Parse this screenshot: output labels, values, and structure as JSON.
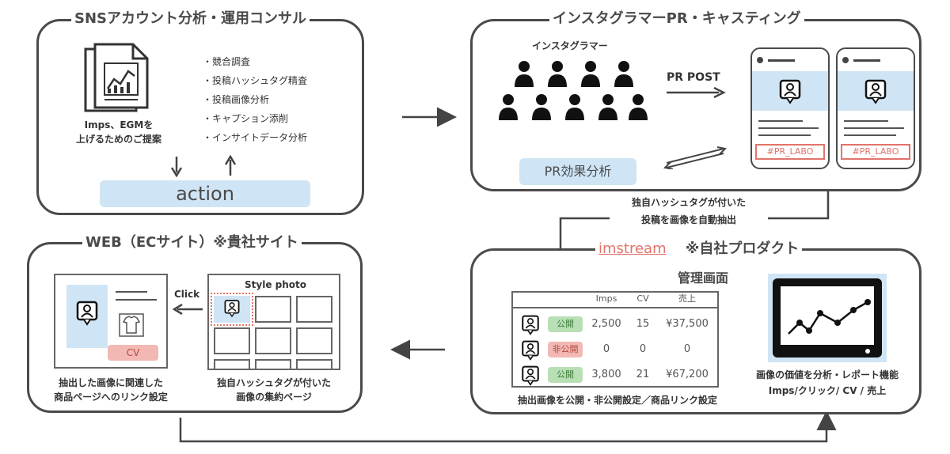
{
  "sns_panel": {
    "title": "SNSアカウント分析・運用コンサル",
    "doc_caption": [
      "Imps、EGMを",
      "上げるためのご提案"
    ],
    "items": [
      "・競合調査",
      "・投稿ハッシュタグ精査",
      "・投稿画像分析",
      "・キャプション添削",
      "・インサイトデータ分析"
    ],
    "action_label": "action"
  },
  "insta_panel": {
    "title": "インスタグラマーPR・キャスティング",
    "crowd_label": "インスタグラマー",
    "pr_post_label": "PR POST",
    "hashtag": "#PR_LABO",
    "analysis_label": "PR効果分析"
  },
  "extract_note": [
    "独自ハッシュタグが付いた",
    "投稿を画像を自動抽出"
  ],
  "web_panel": {
    "title": "WEB（ECサイト）※貴社サイト",
    "click_label": "Click",
    "gallery_title": "Style photo",
    "cv_label": "CV",
    "caption_left": [
      "抽出した画像に関連した",
      "商品ページへのリンク設定"
    ],
    "caption_right": [
      "独自ハッシュタグが付いた",
      "画像の集約ページ"
    ]
  },
  "imstream_panel": {
    "brand": "imstream",
    "title_suffix": "※自社プロダクト",
    "subtitle": "管理画面",
    "table": {
      "headers": [
        "Imps",
        "CV",
        "売上"
      ],
      "rows": [
        {
          "status": "公開",
          "imps": "2,500",
          "cv": "15",
          "sales": "¥37,500"
        },
        {
          "status": "非公開",
          "imps": "0",
          "cv": "0",
          "sales": "0"
        },
        {
          "status": "公開",
          "imps": "3,800",
          "cv": "21",
          "sales": "¥67,200"
        }
      ]
    },
    "table_caption": "抽出画像を公開・非公開設定／商品リンク設定",
    "monitor_caption": [
      "画像の価値を分析・レポート機能",
      "Imps/クリック/ CV / 売上"
    ],
    "colors": {
      "public": "#b9dfb5",
      "private": "#f2b9b4",
      "accent": "#cfe5f5",
      "tag": "#e2736b"
    }
  }
}
